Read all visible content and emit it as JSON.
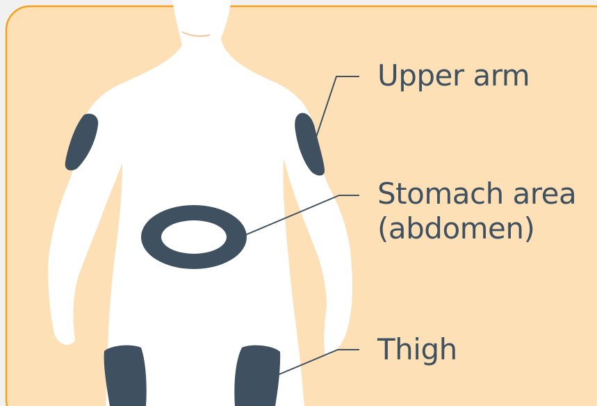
{
  "colors": {
    "panel_fill": "#fde0b6",
    "panel_border": "#f5a11f",
    "body_fill": "#ffffff",
    "site_fill": "#3f5160",
    "label_text": "#3f5160"
  },
  "labels": {
    "upper_arm": "Upper arm",
    "stomach_line1": "Stomach area",
    "stomach_line2": "(abdomen)",
    "thigh": "Thigh"
  }
}
